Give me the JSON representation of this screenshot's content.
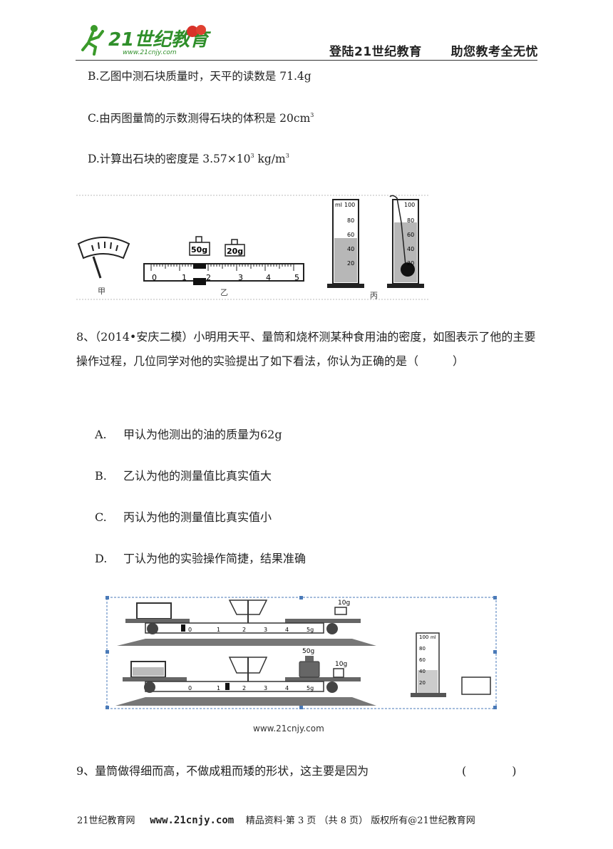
{
  "header": {
    "logo_text": "21世纪教育",
    "logo_url": "www.21cnjy.com",
    "slogan_left": "登陆21世纪教育",
    "slogan_right": "助您教考全无忧"
  },
  "q7_options": {
    "b": "B.乙图中测石块质量时，天平的读数是 71.4g",
    "c_prefix": "C.由丙图量筒的示数测得石块的体积是 20cm",
    "c_sup": "3",
    "d_prefix": "D.计算出石块的密度是 3.57×10",
    "d_sup1": "3",
    "d_mid": " kg/m",
    "d_sup2": "3"
  },
  "figure1": {
    "label_jia": "甲",
    "label_yi": "乙",
    "label_bing": "丙",
    "weight1": "50g",
    "weight2": "20g",
    "ruler_ticks": [
      "0",
      "1",
      "2",
      "3",
      "4",
      "5"
    ],
    "cyl_unit": "ml",
    "cyl_scale": [
      "100",
      "80",
      "60",
      "40",
      "20"
    ]
  },
  "q8": {
    "text": "8、（2014•安庆二模）小明用天平、量筒和烧杯测某种食用油的密度，如图表示了他的主要操作过程，几位同学对他的实验提出了如下看法，你认为正确的是（　　　）",
    "options": [
      {
        "letter": "A.",
        "text": "甲认为他测出的油的质量为62g"
      },
      {
        "letter": "B.",
        "text": "乙认为他的测量值比真实值大"
      },
      {
        "letter": "C.",
        "text": "丙认为他的测量值比真实值小"
      },
      {
        "letter": "D.",
        "text": "丁认为他的实验操作简捷，结果准确"
      }
    ]
  },
  "figure2": {
    "weight_top": "10g",
    "weight_big": "50g",
    "weight_small": "10g",
    "beam_ticks": [
      "0",
      "1",
      "2",
      "3",
      "4",
      "5g"
    ],
    "cyl_unit": "ml",
    "cyl_scale": [
      "100",
      "80",
      "60",
      "40",
      "20"
    ],
    "watermark": "www.21cnjy.com"
  },
  "q9": {
    "text": "9、量筒做得细而高，不做成粗而矮的形状，这主要是因为",
    "bracket": "(　　　　)"
  },
  "footer": {
    "site": "21世纪教育网",
    "url": "www.21cnjy.com",
    "info": "精品资料·第 3 页 （共 8 页） 版权所有@21世纪教育网"
  }
}
